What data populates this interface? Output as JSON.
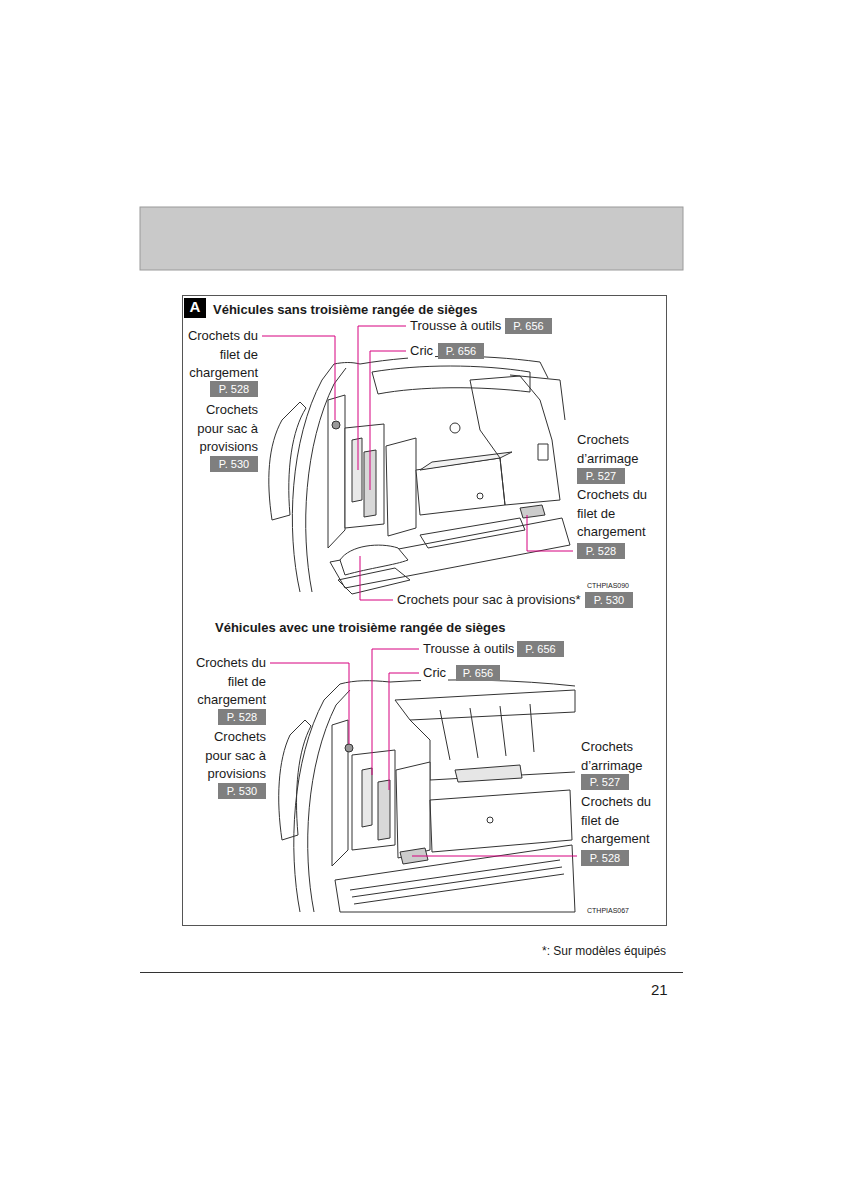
{
  "diagram": {
    "nodes": [
      {
        "text": [
          "A"
        ]
      }
    ],
    "labels": [
      "Véhicules sans troisième rangée de sièges",
      "Crochets du filet de chargement",
      "P. 528",
      "Crochets pour sac à provisions",
      "P. 530",
      "Trousse à outils",
      "P. 656",
      "Cric",
      "P. 656",
      "Crochets d’arrimage",
      "P. 527",
      "Crochets du filet de chargement",
      "P. 528",
      "CTHPIAS090",
      "Crochets pour sac à provisions*",
      "P. 530",
      "Véhicules avec une troisième rangée de sièges",
      "Trousse à outils",
      "P. 656",
      "Cric",
      "P. 656",
      "Crochets du filet de chargement",
      "P. 528",
      "Crochets pour sac à provisions",
      "P. 530",
      "Crochets d’arrimage",
      "P. 527",
      "Crochets du filet de chargement",
      "P. 528",
      "CTHPIAS067",
      "*: Sur modèles équipés",
      "21"
    ]
  }
}
